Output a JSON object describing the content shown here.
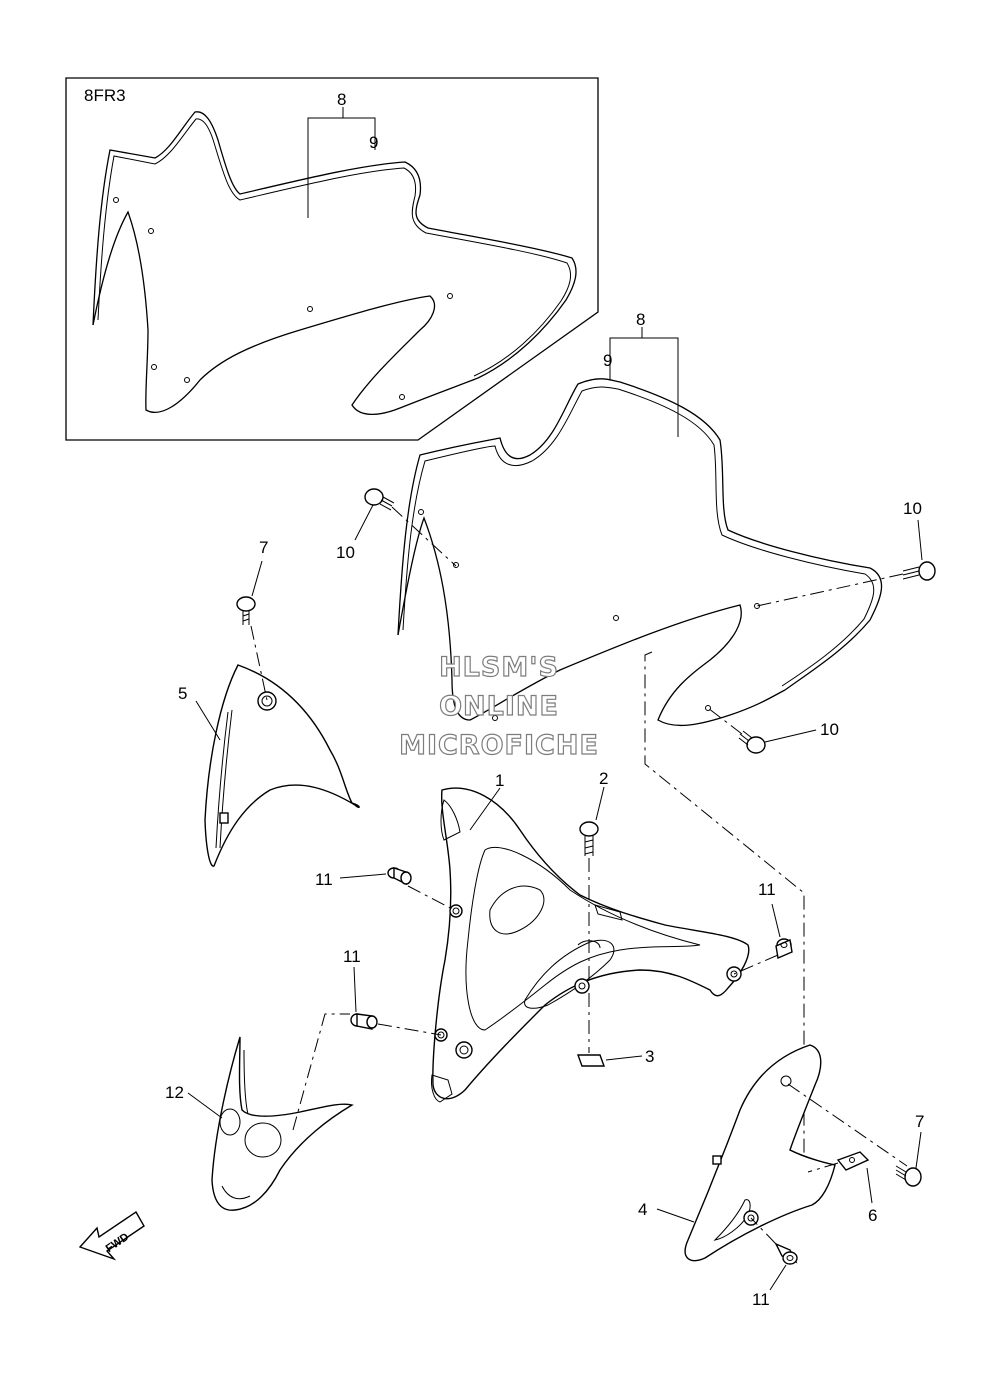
{
  "inset": {
    "label": "8FR3"
  },
  "callouts": {
    "c1": "1",
    "c2": "2",
    "c3": "3",
    "c4": "4",
    "c5": "5",
    "c6": "6",
    "c7a": "7",
    "c7b": "7",
    "c8_inset": "8",
    "c9_inset": "9",
    "c8_main": "8",
    "c9_main": "9",
    "c10a": "10",
    "c10b": "10",
    "c10c": "10",
    "c11a": "11",
    "c11b": "11",
    "c11c": "11",
    "c11d": "11",
    "c12": "12"
  },
  "watermark": {
    "line1": "HLSM'S",
    "line2": "ONLINE",
    "line3": "MICROFICHE",
    "color": "#7d7d7d"
  },
  "fwd_arrow": {
    "label": "FWD"
  }
}
